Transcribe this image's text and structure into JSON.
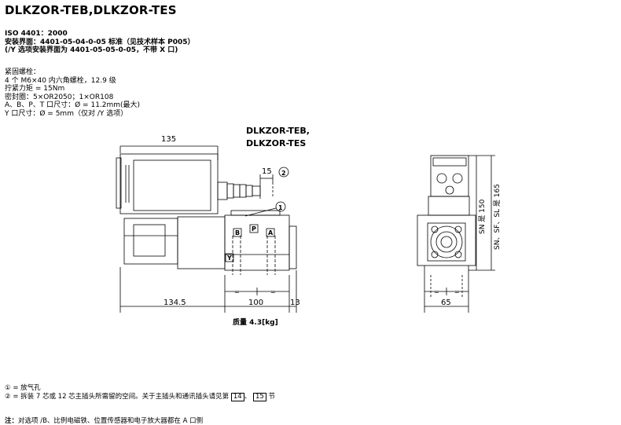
{
  "title": "DLKZOR-TEB,DLKZOR-TES",
  "spec": {
    "line1": "ISO 4401：2000",
    "line2": "安装界面：4401-05-04-0-05 标准（见技术样本 P005）",
    "line3": "(/Y 选项安装界面为 4401-05-05-0-05，不带 X 口)"
  },
  "fixing": {
    "line1": "紧固螺栓：",
    "line2": "4 个 M6×40 内六角螺栓，12.9 级",
    "line3": "拧紧力矩 = 15Nm",
    "line4": "密封圈：5×OR2050；1×OR108",
    "line5": "A、B、P、T 口尺寸：Ø = 11.2mm(最大)",
    "line6": "Y 口尺寸：Ø = 5mm（仅对 /Y 选项）"
  },
  "drawing": {
    "model_label_1": "DLKZOR-TEB,",
    "model_label_2": "DLKZOR-TES",
    "dim_top": "135",
    "dim_15": "15",
    "dim_1345": "134.5",
    "dim_100": "100",
    "dim_13": "13",
    "dim_65": "65",
    "dim_sn150": "SN 是 150",
    "dim_sl165": "SN、SF、SL 是 165",
    "eq": "=",
    "port_b": "B",
    "port_p": "P",
    "port_a": "A",
    "port_y": "Y",
    "callout_1": "1",
    "callout_2": "2",
    "mass": "质量 4.3[kg]"
  },
  "notes": {
    "n1": "① = 放气孔",
    "n2_pre": "② = 拆装 7 芯或 12 芯主插头所需留的空间。关于主插头和通讯插头请见第",
    "ref_14": "14",
    "sep": "、",
    "ref_15": "15",
    "n2_post": "节"
  },
  "footer": {
    "label": "注：",
    "text": "对选项 /B、比例电磁铁、位置传感器和电子放大器都在 A 口侧"
  }
}
